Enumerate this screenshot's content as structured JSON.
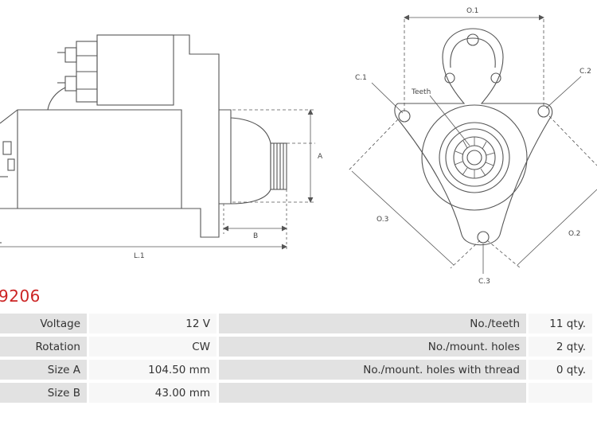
{
  "diagram": {
    "labels": {
      "dim_a": "A",
      "dim_b": "B",
      "dim_l1": "L.1",
      "dim_o1": "O.1",
      "dim_o2": "O.2",
      "dim_o3": "O.3",
      "hole_c1": "C.1",
      "hole_c2": "C.2",
      "hole_c3": "C.3",
      "teeth": "Teeth"
    }
  },
  "part_number": "9206",
  "specs": {
    "rows": [
      {
        "label": "Voltage",
        "value": "12 V",
        "label2": "No./teeth",
        "value2": "11 qty."
      },
      {
        "label": "Rotation",
        "value": "CW",
        "label2": "No./mount. holes",
        "value2": "2 qty."
      },
      {
        "label": "Size A",
        "value": "104.50 mm",
        "label2": "No./mount. holes with thread",
        "value2": "0 qty."
      },
      {
        "label": "Size B",
        "value": "43.00 mm",
        "label2": "",
        "value2": ""
      }
    ]
  },
  "colors": {
    "part_number": "#cc2424",
    "label_cell": "#e2e2e2",
    "value_cell": "#f7f7f7",
    "line": "#555555"
  }
}
